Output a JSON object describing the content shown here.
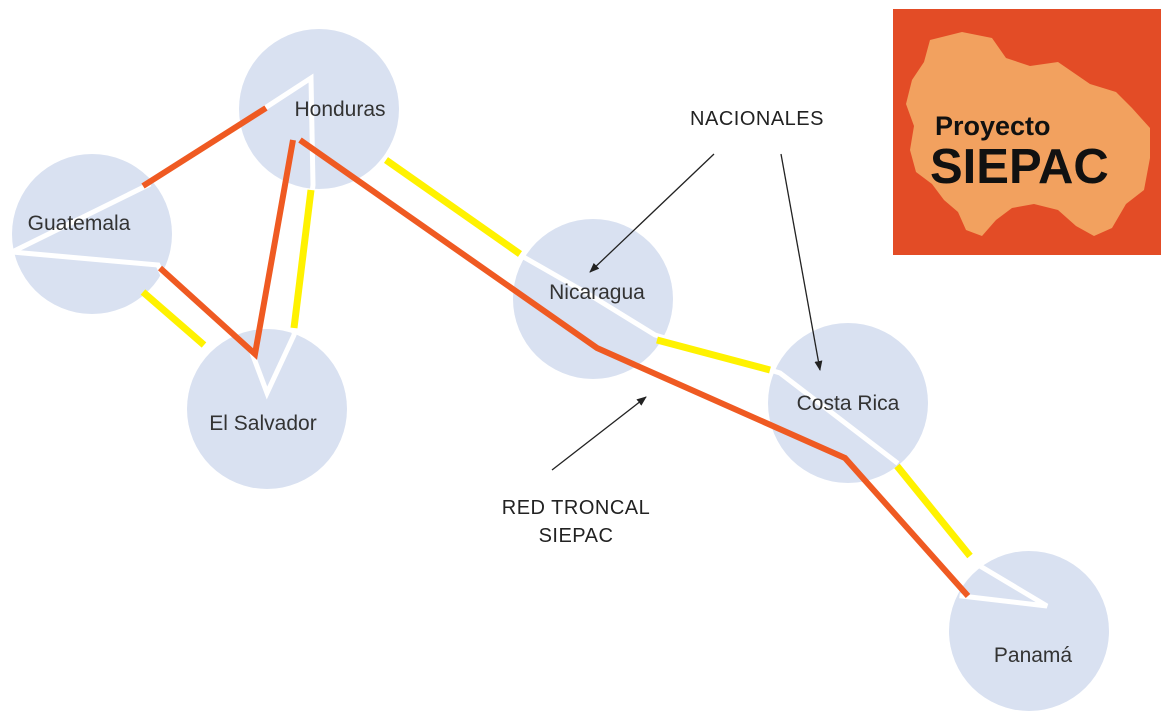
{
  "colors": {
    "circle": "#d9e1f1",
    "national_line": "#ffffff",
    "siepac_line": "#ef5a22",
    "yellow_line": "#fff200",
    "logo_bg": "#e34c26",
    "logo_map": "#f2a15f"
  },
  "countries": [
    {
      "key": "honduras",
      "label": "Honduras"
    },
    {
      "key": "guatemala",
      "label": "Guatemala"
    },
    {
      "key": "el_salvador",
      "label": "El Salvador"
    },
    {
      "key": "nicaragua",
      "label": "Nicaragua"
    },
    {
      "key": "costa_rica",
      "label": "Costa Rica"
    },
    {
      "key": "panama",
      "label": "Panamá"
    }
  ],
  "annotations": {
    "nacionales": "NACIONALES",
    "red_troncal_line1": "RED TRONCAL",
    "red_troncal_line2": "SIEPAC"
  },
  "logo": {
    "line1": "Proyecto",
    "line2": "SIEPAC"
  }
}
